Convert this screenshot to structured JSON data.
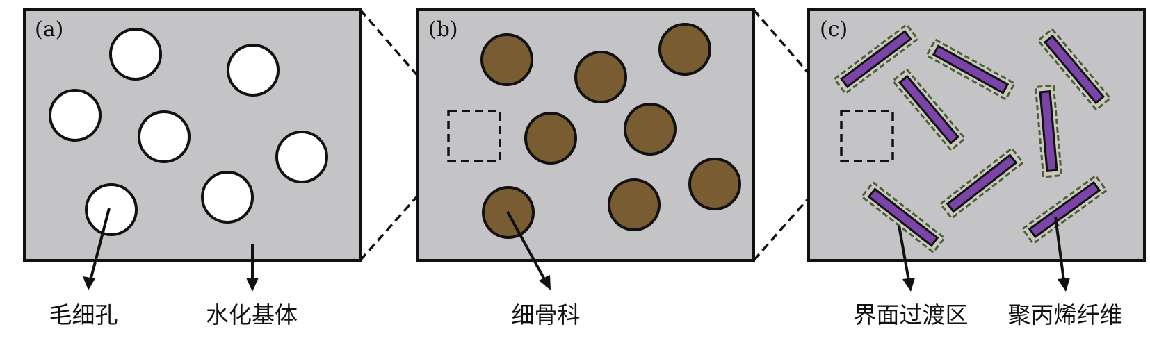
{
  "panels": [
    {
      "label": "(a)"
    },
    {
      "label": "(b)"
    },
    {
      "label": "(c)"
    }
  ],
  "captions": {
    "capillary_pore": "毛细孔",
    "hydrated_matrix": "水化基体",
    "fine_aggregate": "细骨科",
    "interface_zone": "界面过渡区",
    "pp_fiber": "聚丙烯纤维"
  },
  "colors": {
    "matrix": "#c4c4c7",
    "pore": "#ffffff",
    "aggregate": "#7a5c33",
    "fiber": "#7b44a8",
    "itz_fill": "#c8cbbe",
    "itz_border": "#4f5c3a",
    "outline": "#111111"
  }
}
